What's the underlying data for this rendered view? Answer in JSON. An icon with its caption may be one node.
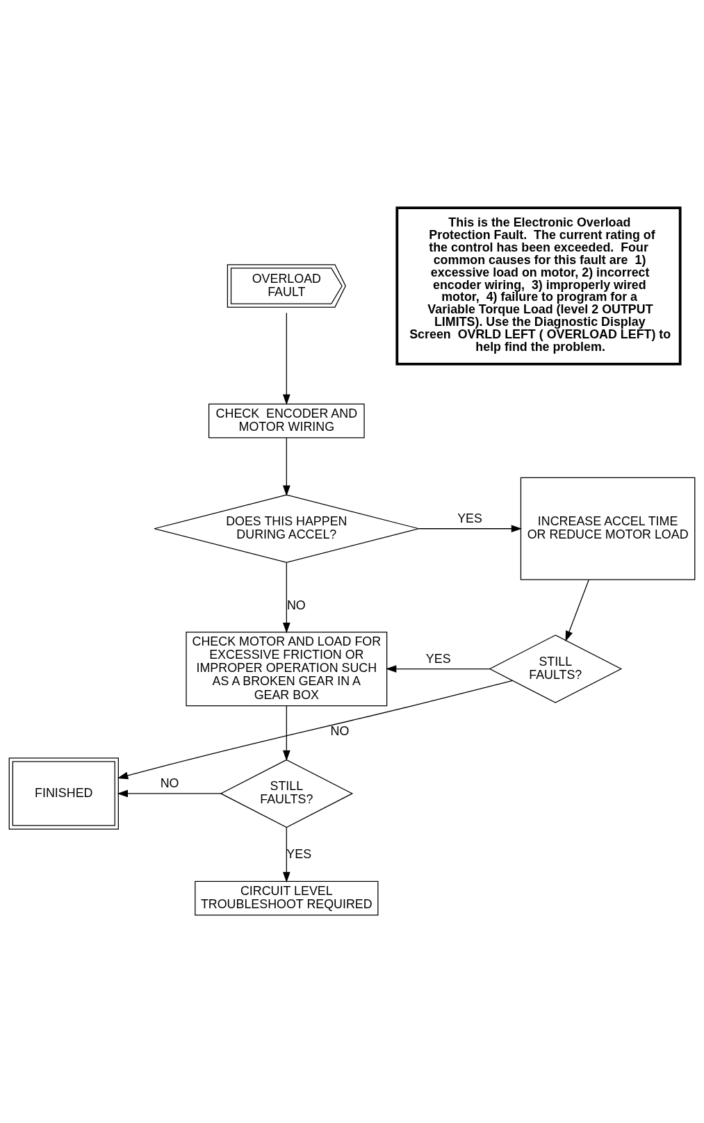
{
  "diagram": {
    "nodes": [
      {
        "text": [
          "OVERLOAD FAULT"
        ]
      },
      {
        "text": [
          "CHECK  ENCODER AND MOTOR WIRING"
        ]
      },
      {
        "text": [
          "DOES THIS HAPPEN DURING ACCEL?"
        ]
      },
      {
        "text": [
          "INCREASE ACCEL TIME OR REDUCE MOTOR LOAD"
        ]
      },
      {
        "text": [
          "STILL FAULTS?"
        ]
      },
      {
        "text": [
          "CHECK MOTOR AND LOAD FOR EXCESSIVE FRICTION OR IMPROPER OPERATION SUCH AS A BROKEN GEAR IN A GEAR BOX"
        ]
      },
      {
        "text": [
          "STILL FAULTS?"
        ]
      },
      {
        "text": [
          "FINISHED"
        ]
      },
      {
        "text": [
          "CIRCUIT LEVEL TROUBLESHOOT REQUIRED"
        ]
      },
      {
        "text": [
          "This is the Electronic Overload Protection Fault.  The current rating of the control has been exceeded.  Four common causes for this fault are  1) excessive load on motor, 2) incorrect encoder wiring,  3) improperly wired motor,  4) failure to program for a Variable Torque Load (level 2 OUTPUT LIMITS). Use the Diagnostic Display Screen  OVRLD LEFT ( OVERLOAD LEFT) to help find the problem."
        ]
      }
    ],
    "edges": [
      {
        "from": 0,
        "to": 1,
        "arrow": "to"
      },
      {
        "from": 1,
        "to": 2,
        "arrow": "to"
      },
      {
        "from": 2,
        "to": 3,
        "arrow": "to",
        "label": "YES"
      },
      {
        "from": 2,
        "to": 5,
        "arrow": "to",
        "label": "NO"
      },
      {
        "from": 3,
        "to": 4,
        "arrow": "to"
      },
      {
        "from": 4,
        "to": 5,
        "arrow": "to",
        "label": "YES"
      },
      {
        "from": 4,
        "to": 7,
        "arrow": "to",
        "label": "NO"
      },
      {
        "from": 5,
        "to": 6,
        "arrow": "to"
      },
      {
        "from": 6,
        "to": 7,
        "arrow": "to",
        "label": "NO"
      },
      {
        "from": 6,
        "to": 8,
        "arrow": "to",
        "label": "YES"
      }
    ]
  }
}
